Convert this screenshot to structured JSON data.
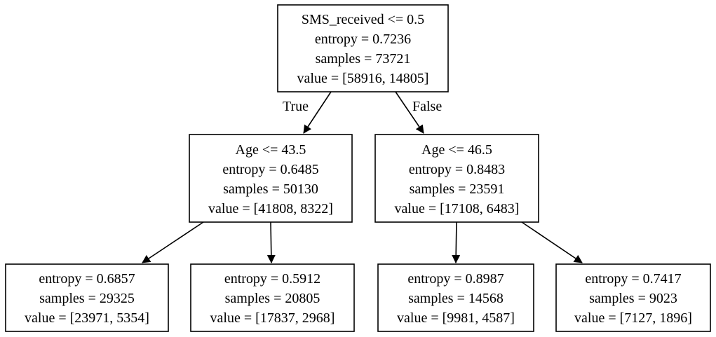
{
  "tree": {
    "nodes": [
      {
        "id": "root",
        "lines": [
          "SMS_received <= 0.5",
          "entropy = 0.7236",
          "samples = 73721",
          "value = [58916, 14805]"
        ]
      },
      {
        "id": "left",
        "lines": [
          "Age <= 43.5",
          "entropy = 0.6485",
          "samples = 50130",
          "value = [41808, 8322]"
        ]
      },
      {
        "id": "right",
        "lines": [
          "Age <= 46.5",
          "entropy = 0.8483",
          "samples = 23591",
          "value = [17108, 6483]"
        ]
      },
      {
        "id": "left-left",
        "lines": [
          "entropy = 0.6857",
          "samples = 29325",
          "value = [23971, 5354]"
        ]
      },
      {
        "id": "left-right",
        "lines": [
          "entropy = 0.5912",
          "samples = 20805",
          "value = [17837, 2968]"
        ]
      },
      {
        "id": "right-left",
        "lines": [
          "entropy = 0.8987",
          "samples = 14568",
          "value = [9981, 4587]"
        ]
      },
      {
        "id": "right-right",
        "lines": [
          "entropy = 0.7417",
          "samples = 9023",
          "value = [7127, 1896]"
        ]
      }
    ],
    "edges": [
      {
        "from": "root",
        "to": "left",
        "label": "True"
      },
      {
        "from": "root",
        "to": "right",
        "label": "False"
      },
      {
        "from": "left",
        "to": "left-left",
        "label": ""
      },
      {
        "from": "left",
        "to": "left-right",
        "label": ""
      },
      {
        "from": "right",
        "to": "right-left",
        "label": ""
      },
      {
        "from": "right",
        "to": "right-right",
        "label": ""
      }
    ]
  }
}
